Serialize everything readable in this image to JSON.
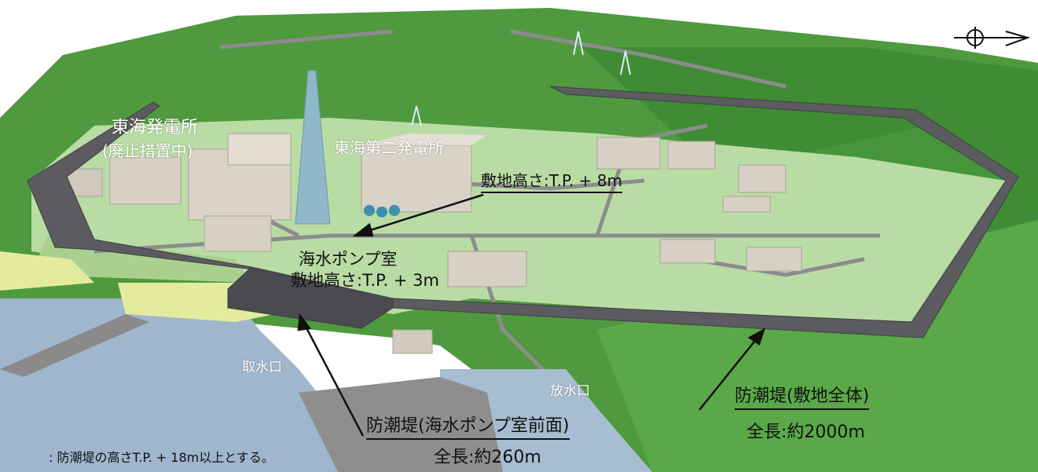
{
  "labels": {
    "tokai_plant": "東海発電所",
    "tokai_plant_status": "(廃止措置中)",
    "tokai_no2_plant": "東海第二発電所",
    "site_height_main": "敷地高さ:T.P. + 8m",
    "pump_room": "海水ポンプ室",
    "pump_room_height": "敷地高さ:T.P. + 3m",
    "intake": "取水口",
    "outfall": "放水口",
    "seawall_pump_front": "防潮堤(海水ポンプ室前面)",
    "seawall_pump_front_length": "全長:約260m",
    "seawall_site_whole": "防潮堤(敷地全体)",
    "seawall_site_whole_length": "全長:約2000m",
    "note": ": 防潮堤の高さT.P. + 18m以上とする。"
  },
  "colors": {
    "sea": "#9fb6cc",
    "land_green": "#4f9a3e",
    "ground_light_green": "#b9dca4",
    "building": "#d6d1c4",
    "seawall": "#5b5b60",
    "road": "#8c8c8c"
  },
  "icons": {
    "north_arrow": "north-arrow-icon"
  }
}
